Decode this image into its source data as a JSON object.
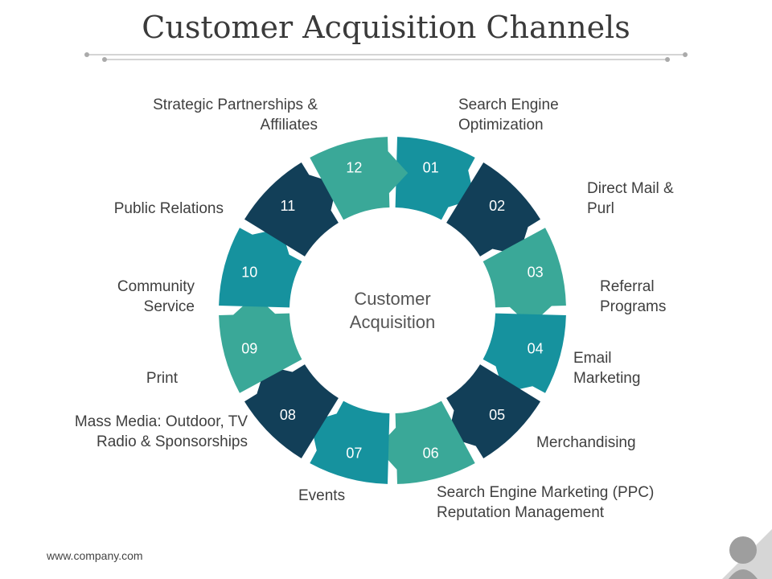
{
  "title": "Customer Acquisition Channels",
  "center_label": "Customer\nAcquisition",
  "footer": "www.company.com",
  "colors": {
    "dark_navy": "#123f58",
    "teal_blue": "#16929e",
    "sea_green": "#3aa898",
    "title_text": "#3a3a3a",
    "label_text": "#3f3f3f"
  },
  "segments": [
    {
      "num": "01",
      "color": "#16929e"
    },
    {
      "num": "02",
      "color": "#123f58"
    },
    {
      "num": "03",
      "color": "#3aa898"
    },
    {
      "num": "04",
      "color": "#16929e"
    },
    {
      "num": "05",
      "color": "#123f58"
    },
    {
      "num": "06",
      "color": "#3aa898"
    },
    {
      "num": "07",
      "color": "#16929e"
    },
    {
      "num": "08",
      "color": "#123f58"
    },
    {
      "num": "09",
      "color": "#3aa898"
    },
    {
      "num": "10",
      "color": "#16929e"
    },
    {
      "num": "11",
      "color": "#123f58"
    },
    {
      "num": "12",
      "color": "#3aa898"
    }
  ],
  "channels": [
    "Search Engine\nOptimization",
    "Direct Mail &\nPurl",
    "Referral\nPrograms",
    "Email\nMarketing",
    "Merchandising",
    "Search Engine Marketing (PPC)\nReputation Management",
    "Events",
    "Mass Media: Outdoor, TV\nRadio & Sponsorships",
    "Print",
    "Community\nService",
    "Public Relations",
    "Strategic Partnerships &\nAffiliates"
  ]
}
